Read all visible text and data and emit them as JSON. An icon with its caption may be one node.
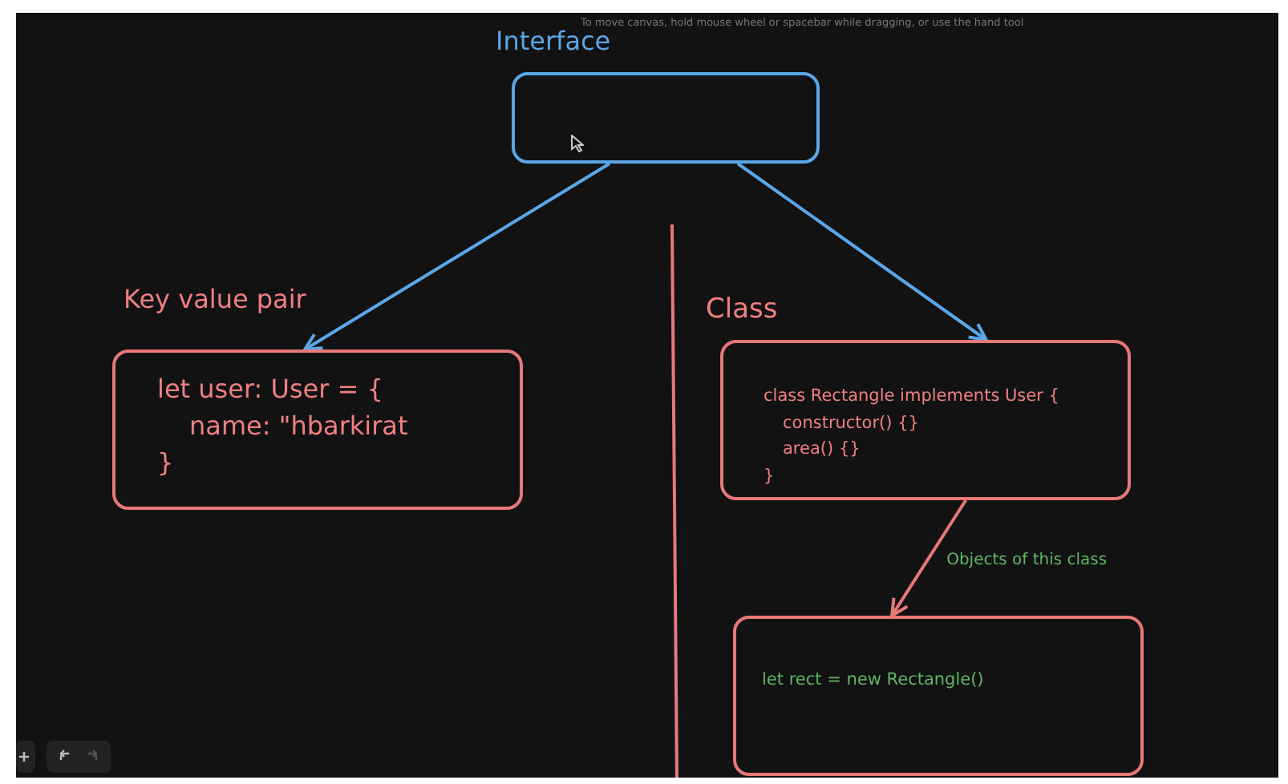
{
  "diagram": {
    "nodes": [
      {
        "text": [
          "Interface"
        ]
      },
      {
        "text": [
          "Key value pair",
          "let user: User = {",
          "name: \"hbarkirat",
          "}"
        ]
      },
      {
        "text": [
          "Class",
          "class Rectangle implements User {",
          "constructor() {}",
          "area() {}",
          "}"
        ]
      },
      {
        "text": [
          "let rect = new Rectangle()"
        ]
      }
    ],
    "edges": [
      {
        "from": 0,
        "to": 1,
        "arrow": "to"
      },
      {
        "from": 0,
        "to": 2,
        "arrow": "to"
      },
      {
        "from": 2,
        "to": 3,
        "arrow": "to",
        "label": "Objects of this class",
        "color": "#e87878"
      }
    ],
    "labels": [
      "To move canvas, hold mouse wheel or spacebar while dragging, or use the hand tool"
    ]
  }
}
